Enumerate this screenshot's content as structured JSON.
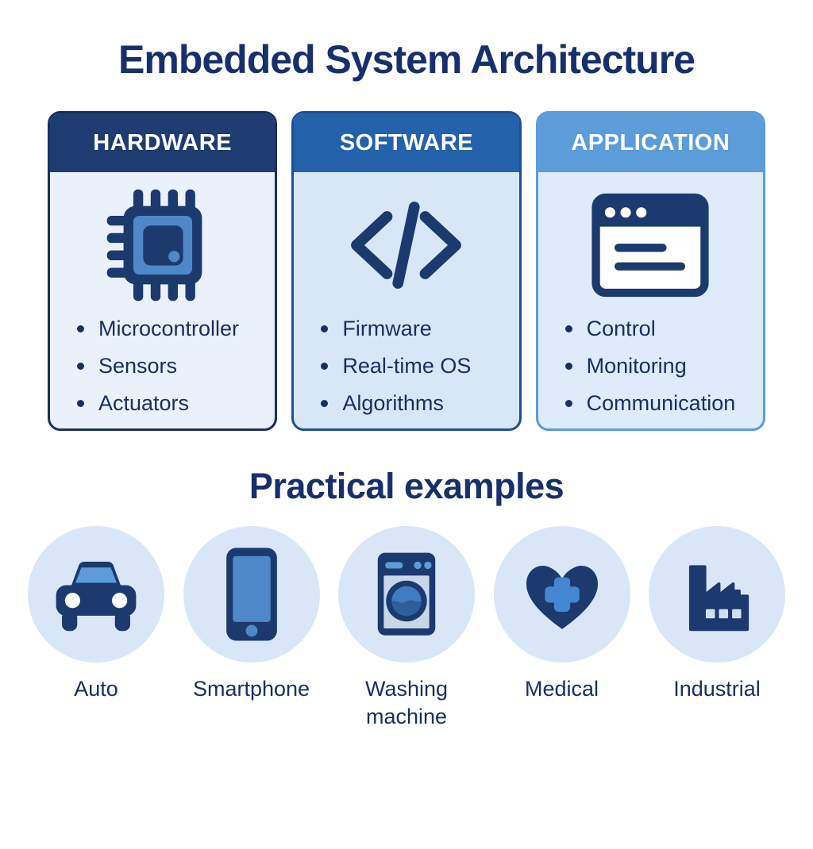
{
  "title": "Embedded System Architecture",
  "colors": {
    "text_navy": "#182f62",
    "title_navy": "#17306b",
    "icon_navy": "#1c3a6d",
    "medium_blue": "#4e88c8",
    "light_blue": "#5b9cd9",
    "hardware_header_bg": "#1e3c72",
    "software_header_bg": "#2361aa",
    "application_header_bg": "#5b9cd9",
    "hardware_body_bg": "#eaf1fb",
    "software_body_bg": "#d8e7f8",
    "application_body_bg": "#ddebfb",
    "circle_bg": "#d9e6f8"
  },
  "columns": [
    {
      "header": "HARDWARE",
      "icon": "chip-icon",
      "items": [
        "Microcontroller",
        "Sensors",
        "Actuators"
      ]
    },
    {
      "header": "SOFTWARE",
      "icon": "code-icon",
      "items": [
        "Firmware",
        "Real-time OS",
        "Algorithms"
      ]
    },
    {
      "header": "APPLICATION",
      "icon": "app-window-icon",
      "items": [
        "Control",
        "Monitoring",
        "Communication"
      ]
    }
  ],
  "examples_title": "Practical examples",
  "examples": [
    {
      "label": "Auto",
      "icon": "car-icon"
    },
    {
      "label": "Smartphone",
      "icon": "smartphone-icon"
    },
    {
      "label": "Washing machine",
      "icon": "washing-machine-icon"
    },
    {
      "label": "Medical",
      "icon": "medical-heart-icon"
    },
    {
      "label": "Industrial",
      "icon": "factory-icon"
    }
  ]
}
